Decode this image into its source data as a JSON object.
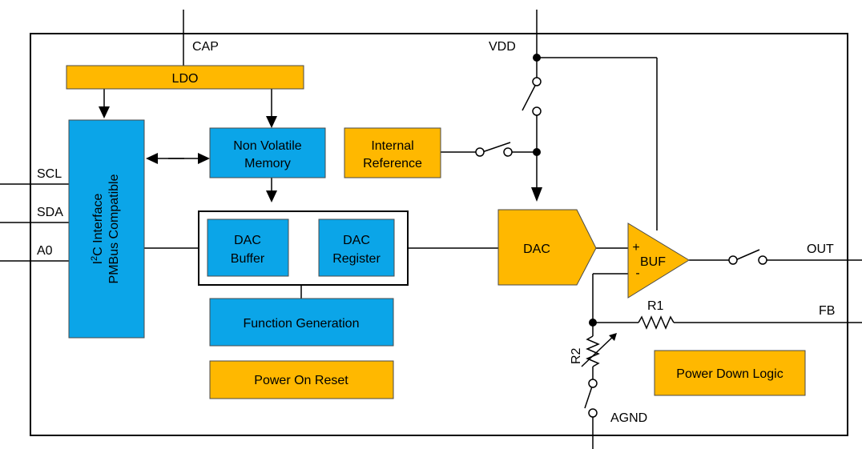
{
  "pins": {
    "cap": "CAP",
    "vdd": "VDD",
    "scl": "SCL",
    "sda": "SDA",
    "a0": "A0",
    "out": "OUT",
    "fb": "FB",
    "agnd": "AGND"
  },
  "blocks": {
    "ldo": "LDO",
    "i2c_line1_main": "C Interface",
    "i2c_sup": "2",
    "i2c_prefix": "I",
    "i2c_line2": "PMBus Compatible",
    "nvm_line1": "Non Volatile",
    "nvm_line2": "Memory",
    "ref_line1": "Internal",
    "ref_line2": "Reference",
    "dac_buffer_line1": "DAC",
    "dac_buffer_line2": "Buffer",
    "dac_register_line1": "DAC",
    "dac_register_line2": "Register",
    "function_generation": "Function Generation",
    "power_on_reset": "Power On Reset",
    "dac": "DAC",
    "buf": "BUF",
    "buf_plus": "+",
    "buf_minus": "-",
    "power_down_logic": "Power Down Logic"
  },
  "components": {
    "r1": "R1",
    "r2": "R2"
  },
  "colors": {
    "orange_block": "#FFB800",
    "blue_block": "#0BA5E8"
  }
}
